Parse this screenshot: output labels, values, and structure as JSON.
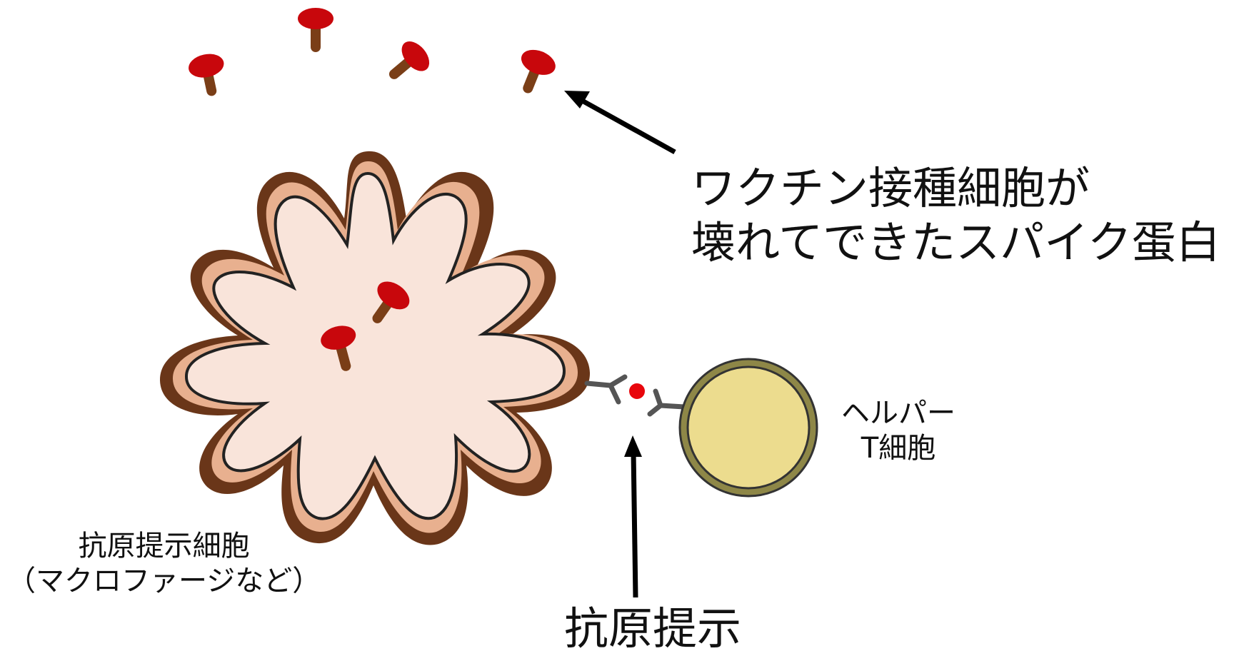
{
  "labels": {
    "spike_protein": {
      "line1": "ワクチン接種細胞が",
      "line2": "壊れてできたスパイク蛋白"
    },
    "helper_t_cell": {
      "line1": "ヘルパー",
      "line2": "T細胞"
    },
    "antigen_presenting_cell": {
      "line1": "抗原提示細胞",
      "line2": "（マクロファージなど）"
    },
    "antigen_presentation": "抗原提示"
  },
  "colors": {
    "spike_cap": "#c8070c",
    "spike_stem": "#7a3e17",
    "apc_outer": "#6a3619",
    "apc_mid": "#e8b08f",
    "apc_inner": "#f9e4da",
    "tcell_rim": "#8e8747",
    "tcell_fill": "#ecdc8e",
    "receptor": "#555555",
    "antigen_dot": "#e8060c",
    "arrow": "#000000"
  }
}
